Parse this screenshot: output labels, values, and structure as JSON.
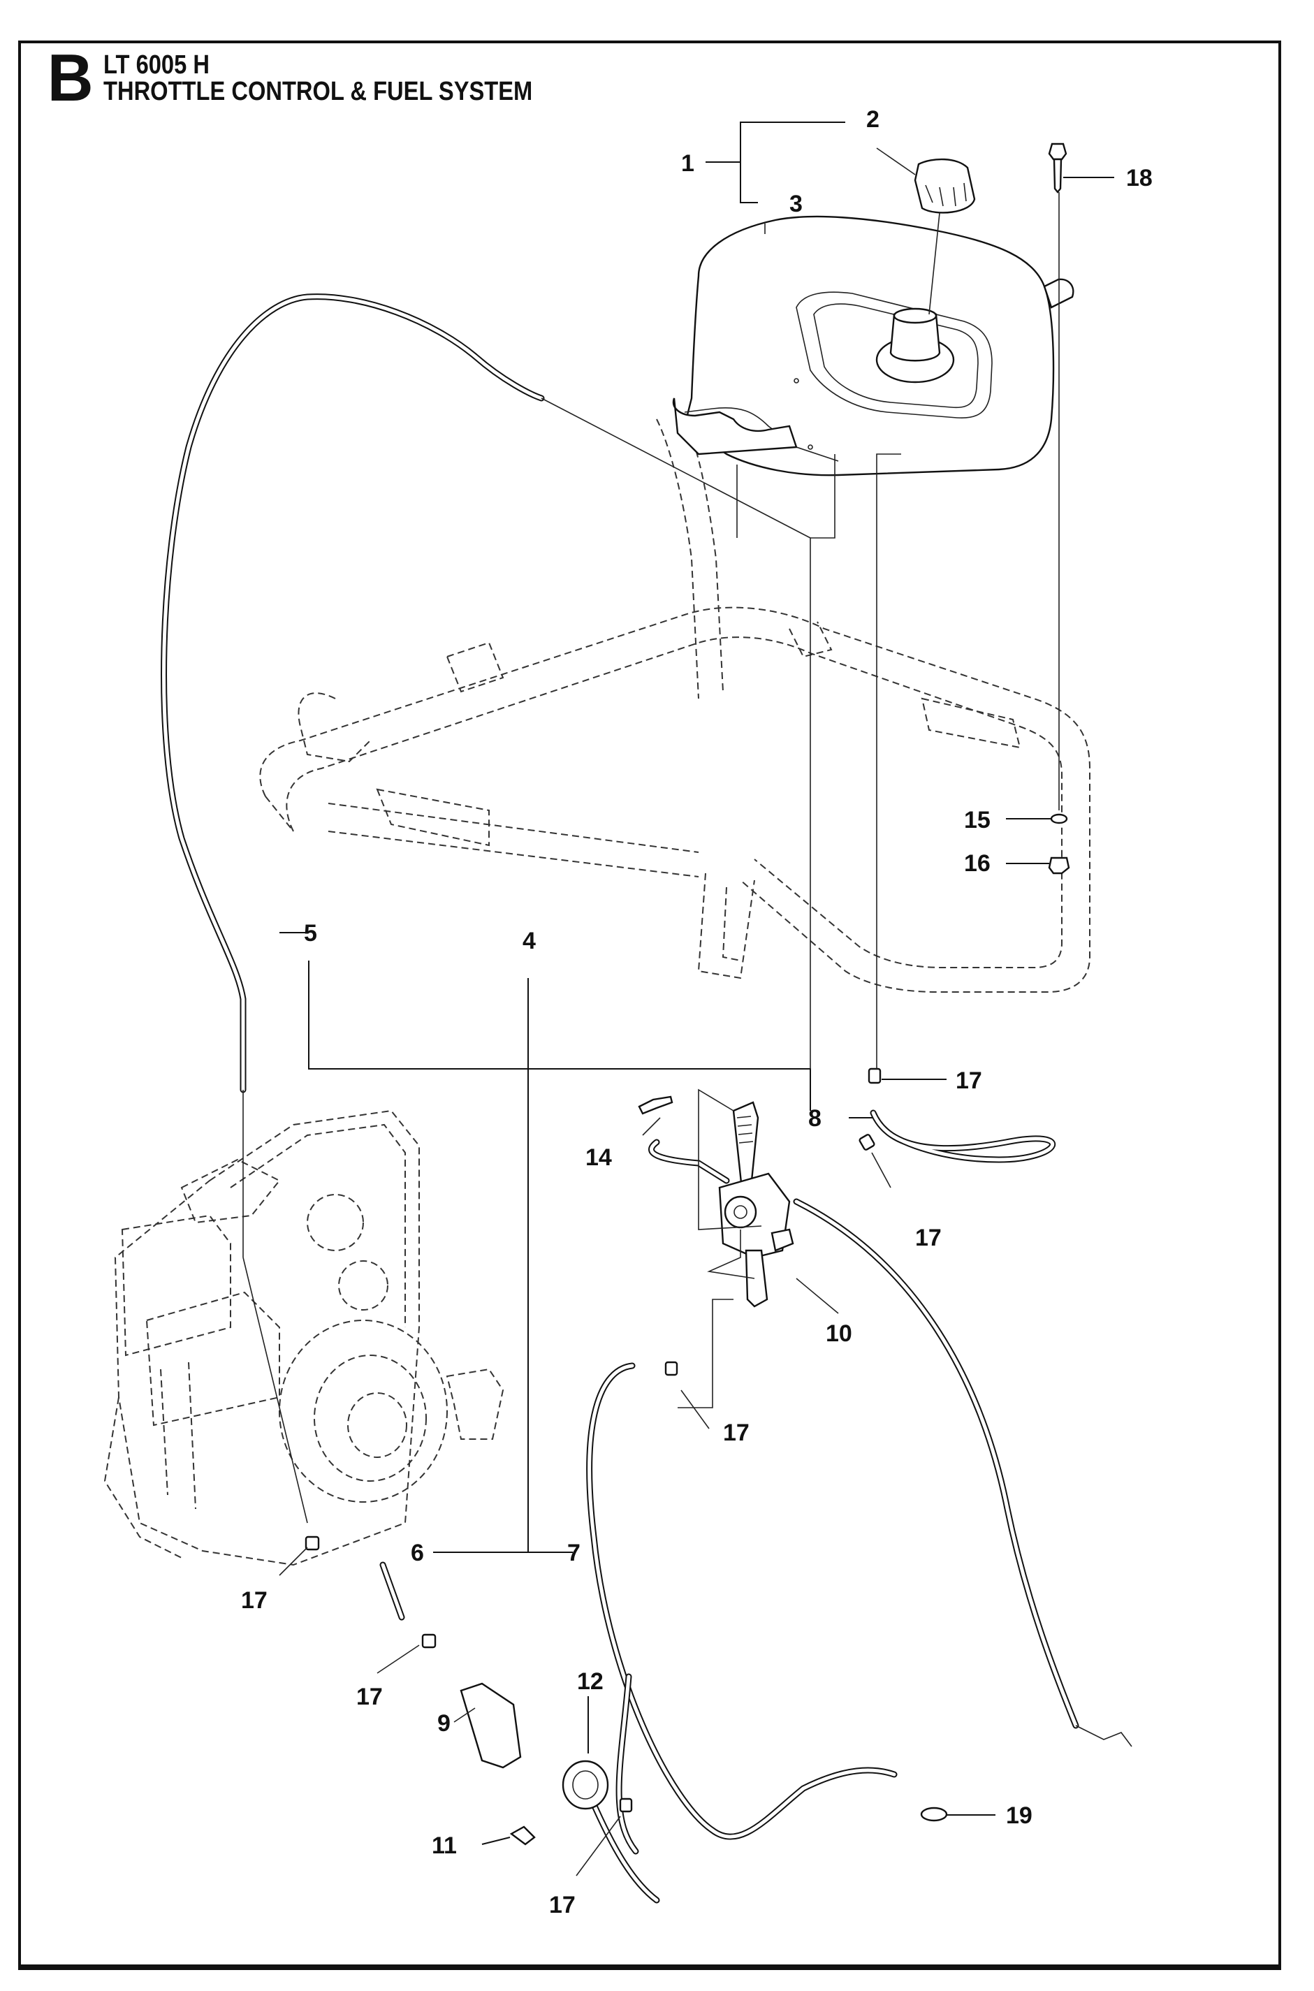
{
  "header": {
    "section_letter": "B",
    "model": "LT 6005 H",
    "title": "THROTTLE CONTROL & FUEL SYSTEM"
  },
  "callouts": [
    {
      "id": "c1",
      "label": "1",
      "part": "fuel-tank-assembly"
    },
    {
      "id": "c2",
      "label": "2",
      "part": "fuel-cap"
    },
    {
      "id": "c3",
      "label": "3",
      "part": "fuel-tank"
    },
    {
      "id": "c4",
      "label": "4",
      "part": "fuel-line-assembly"
    },
    {
      "id": "c5",
      "label": "5",
      "part": "fuel-hose-upper"
    },
    {
      "id": "c6",
      "label": "6",
      "part": "fuel-hose-engine"
    },
    {
      "id": "c7",
      "label": "7",
      "part": "fuel-hose-lower"
    },
    {
      "id": "c8",
      "label": "8",
      "part": "fuel-hose-tank"
    },
    {
      "id": "c9",
      "label": "9",
      "part": "fuel-filter"
    },
    {
      "id": "c10",
      "label": "10",
      "part": "fuel-valve"
    },
    {
      "id": "c11",
      "label": "11",
      "part": "bolt"
    },
    {
      "id": "c12",
      "label": "12",
      "part": "fuel-pump"
    },
    {
      "id": "c14",
      "label": "14",
      "part": "screw"
    },
    {
      "id": "c15",
      "label": "15",
      "part": "washer"
    },
    {
      "id": "c16",
      "label": "16",
      "part": "nut"
    },
    {
      "id": "c17a",
      "label": "17",
      "part": "hose-clamp"
    },
    {
      "id": "c17b",
      "label": "17",
      "part": "hose-clamp"
    },
    {
      "id": "c17c",
      "label": "17",
      "part": "hose-clamp"
    },
    {
      "id": "c17d",
      "label": "17",
      "part": "hose-clamp"
    },
    {
      "id": "c17e",
      "label": "17",
      "part": "hose-clamp"
    },
    {
      "id": "c17f",
      "label": "17",
      "part": "hose-clamp"
    },
    {
      "id": "c18",
      "label": "18",
      "part": "tank-bolt"
    },
    {
      "id": "c19",
      "label": "19",
      "part": "cable-clip"
    }
  ]
}
